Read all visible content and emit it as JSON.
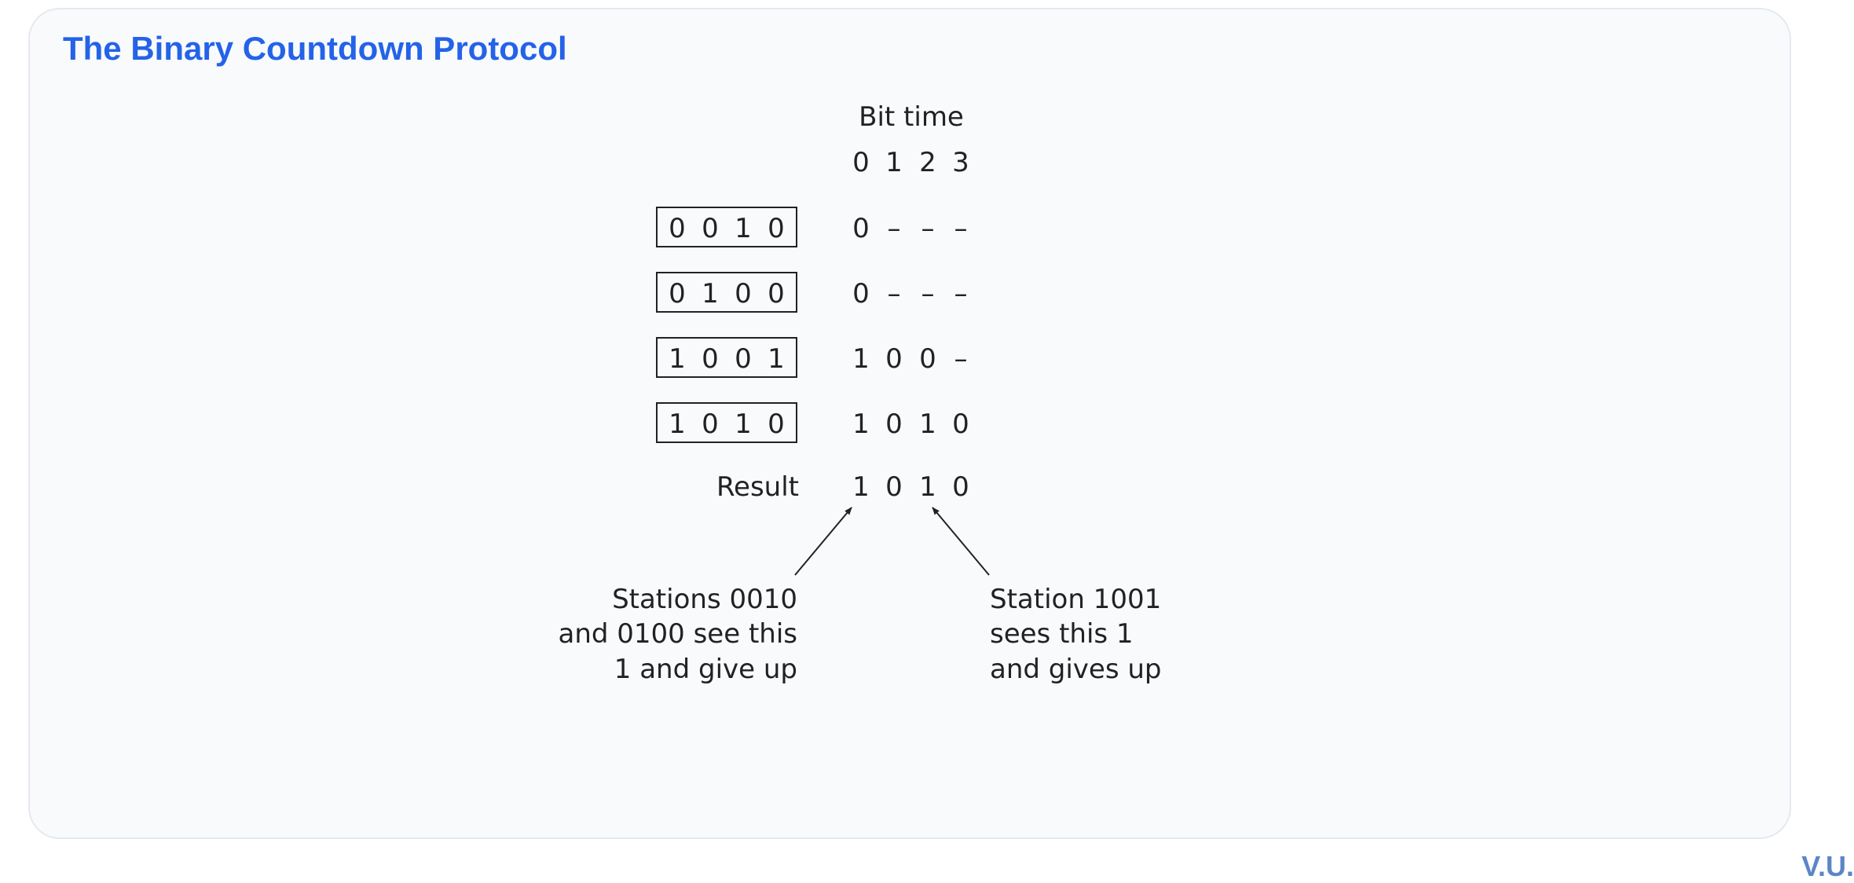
{
  "slide": {
    "title": "The Binary Countdown Protocol",
    "footer": "V.U."
  },
  "diagram": {
    "header_label": "Bit time",
    "bit_positions": [
      "0",
      "1",
      "2",
      "3"
    ],
    "rows": [
      {
        "station": [
          "0",
          "0",
          "1",
          "0"
        ],
        "output": [
          "0",
          "–",
          "–",
          "–"
        ]
      },
      {
        "station": [
          "0",
          "1",
          "0",
          "0"
        ],
        "output": [
          "0",
          "–",
          "–",
          "–"
        ]
      },
      {
        "station": [
          "1",
          "0",
          "0",
          "1"
        ],
        "output": [
          "1",
          "0",
          "0",
          "–"
        ]
      },
      {
        "station": [
          "1",
          "0",
          "1",
          "0"
        ],
        "output": [
          "1",
          "0",
          "1",
          "0"
        ]
      }
    ],
    "result_label": "Result",
    "result_bits": [
      "1",
      "0",
      "1",
      "0"
    ],
    "annotation_left": [
      "Stations 0010",
      "and 0100 see this",
      "1 and give up"
    ],
    "annotation_right": [
      "Station 1001",
      "sees this 1",
      "and gives up"
    ]
  }
}
